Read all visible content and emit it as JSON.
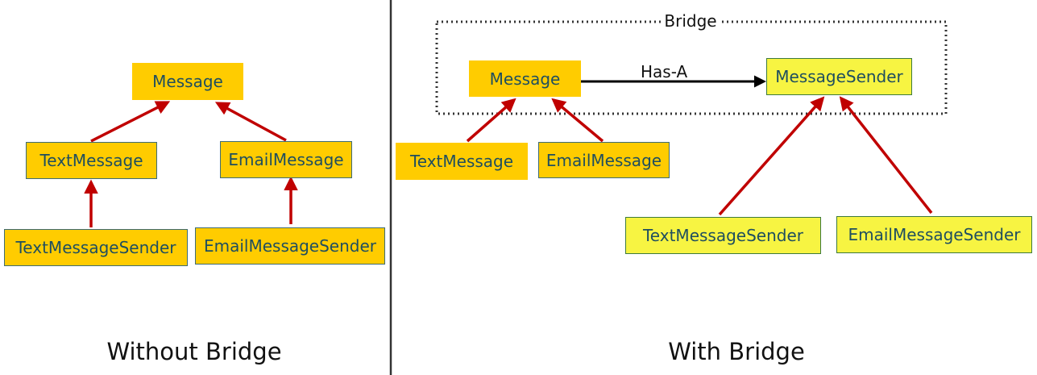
{
  "left_panel": {
    "caption": "Without Bridge",
    "boxes": {
      "message": "Message",
      "text_message": "TextMessage",
      "email_message": "EmailMessage",
      "text_message_sender": "TextMessageSender",
      "email_message_sender": "EmailMessageSender"
    }
  },
  "right_panel": {
    "caption": "With Bridge",
    "bridge_label": "Bridge",
    "relation_label": "Has-A",
    "boxes": {
      "message": "Message",
      "message_sender": "MessageSender",
      "text_message": "TextMessage",
      "email_message": "EmailMessage",
      "text_message_sender": "TextMessageSender",
      "email_message_sender": "EmailMessageSender"
    }
  },
  "colors": {
    "abstraction_fill": "#ffcc00",
    "implementor_fill": "#f7f442",
    "inheritance_arrow": "#c00000",
    "association_arrow": "#000000",
    "text": "#1f4e5f"
  }
}
